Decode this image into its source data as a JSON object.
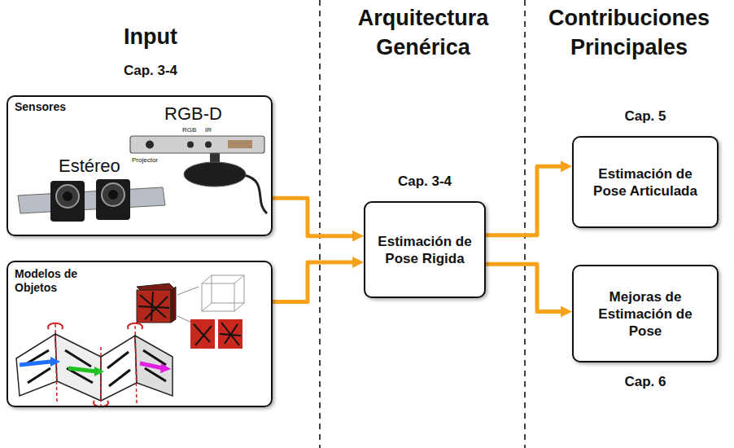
{
  "diagram": {
    "nodes": [
      {
        "text": [
          "Sensores",
          "RGB-D",
          "Estéreo"
        ]
      },
      {
        "text": [
          "Modelos de Objetos"
        ]
      },
      {
        "text": [
          "Cap. 3-4",
          "Estimación de Pose Rigida"
        ]
      },
      {
        "text": [
          "Cap. 5",
          "Estimación de Pose Articulada"
        ]
      },
      {
        "text": [
          "Mejoras de Estimación de Pose",
          "Cap. 6"
        ]
      }
    ],
    "edges": [
      {
        "from": 0,
        "to": 2,
        "arrow": "to"
      },
      {
        "from": 1,
        "to": 2,
        "arrow": "to"
      },
      {
        "from": 2,
        "to": 3,
        "arrow": "to"
      },
      {
        "from": 2,
        "to": 4,
        "arrow": "to"
      }
    ],
    "labels": [
      "Input",
      "Cap. 3-4",
      "Arquitectura Genérica",
      "Contribuciones Principales",
      "RGB",
      "IR",
      "Projector"
    ]
  }
}
